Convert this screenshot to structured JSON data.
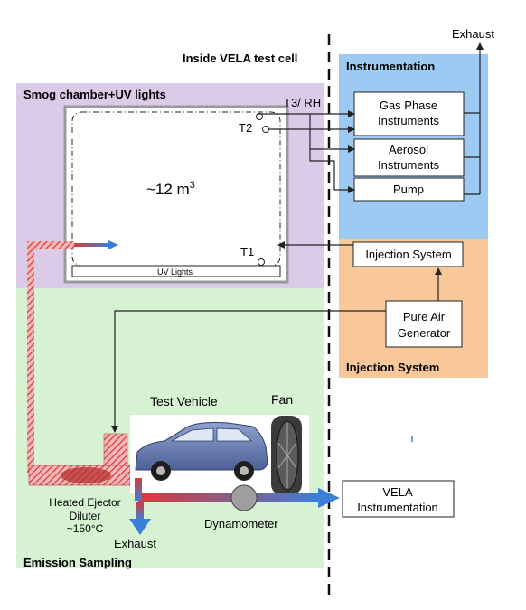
{
  "colors": {
    "smog_region": "#dccbe8",
    "emission_region": "#d6f2d2",
    "instrumentation_region": "#9ccaf2",
    "injection_region": "#f8c89a",
    "box_fill": "#ffffff",
    "hot_pipe": "#d83a3a",
    "flow_arrow": "#3b7fd8",
    "line": "#222222"
  },
  "labels": {
    "exhaust_top": "Exhaust",
    "cell_title": "Inside VELA test cell",
    "instrumentation_title": "Instrumentation",
    "smog_title": "Smog chamber+UV lights",
    "t3_rh": "T3/ RH",
    "t2": "T2",
    "t1": "T1",
    "volume": "~12 m",
    "volume_sup": "3",
    "uv_lights": "UV Lights",
    "injection_title": "Injection System",
    "test_vehicle": "Test Vehicle",
    "fan": "Fan",
    "ejector_line1": "Heated Ejector",
    "ejector_line2": "Diluter",
    "ejector_line3": "~150°C",
    "exhaust_bottom": "Exhaust",
    "dynamometer": "Dynamometer",
    "emission_title": "Emission Sampling"
  },
  "boxes": {
    "gas_phase": [
      "Gas Phase",
      "Instruments"
    ],
    "aerosol": [
      "Aerosol",
      "Instruments"
    ],
    "pump": "Pump",
    "injection_system": "Injection System",
    "pure_air": [
      "Pure Air",
      "Generator"
    ],
    "vela": [
      "VELA",
      "Instrumentation"
    ]
  },
  "icons": {
    "vehicle": "car-icon",
    "fan": "fan-icon",
    "dynamometer": "roller-icon"
  }
}
